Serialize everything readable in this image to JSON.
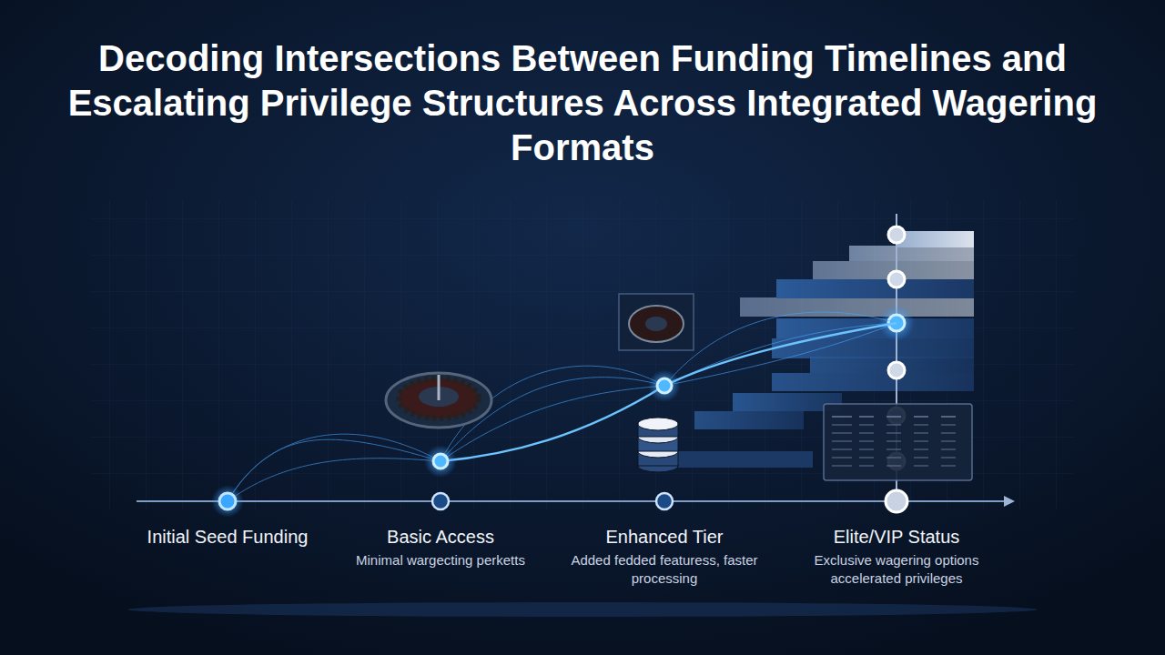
{
  "diagram": {
    "title": "Decoding Intersections Between Funding Timelines and Escalating Privilege Structures Across Integrated Wagering Formats",
    "nodes": [
      {
        "text": [
          "Initial Seed Funding"
        ]
      },
      {
        "text": [
          "Basic Access",
          "Minimal wargecting perketts"
        ]
      },
      {
        "text": [
          "Enhanced Tier",
          "Added fedded featuress, faster processing"
        ]
      },
      {
        "text": [
          "Elite/VIP Status",
          "Exclusive wagering options accelerated privileges"
        ]
      }
    ]
  }
}
